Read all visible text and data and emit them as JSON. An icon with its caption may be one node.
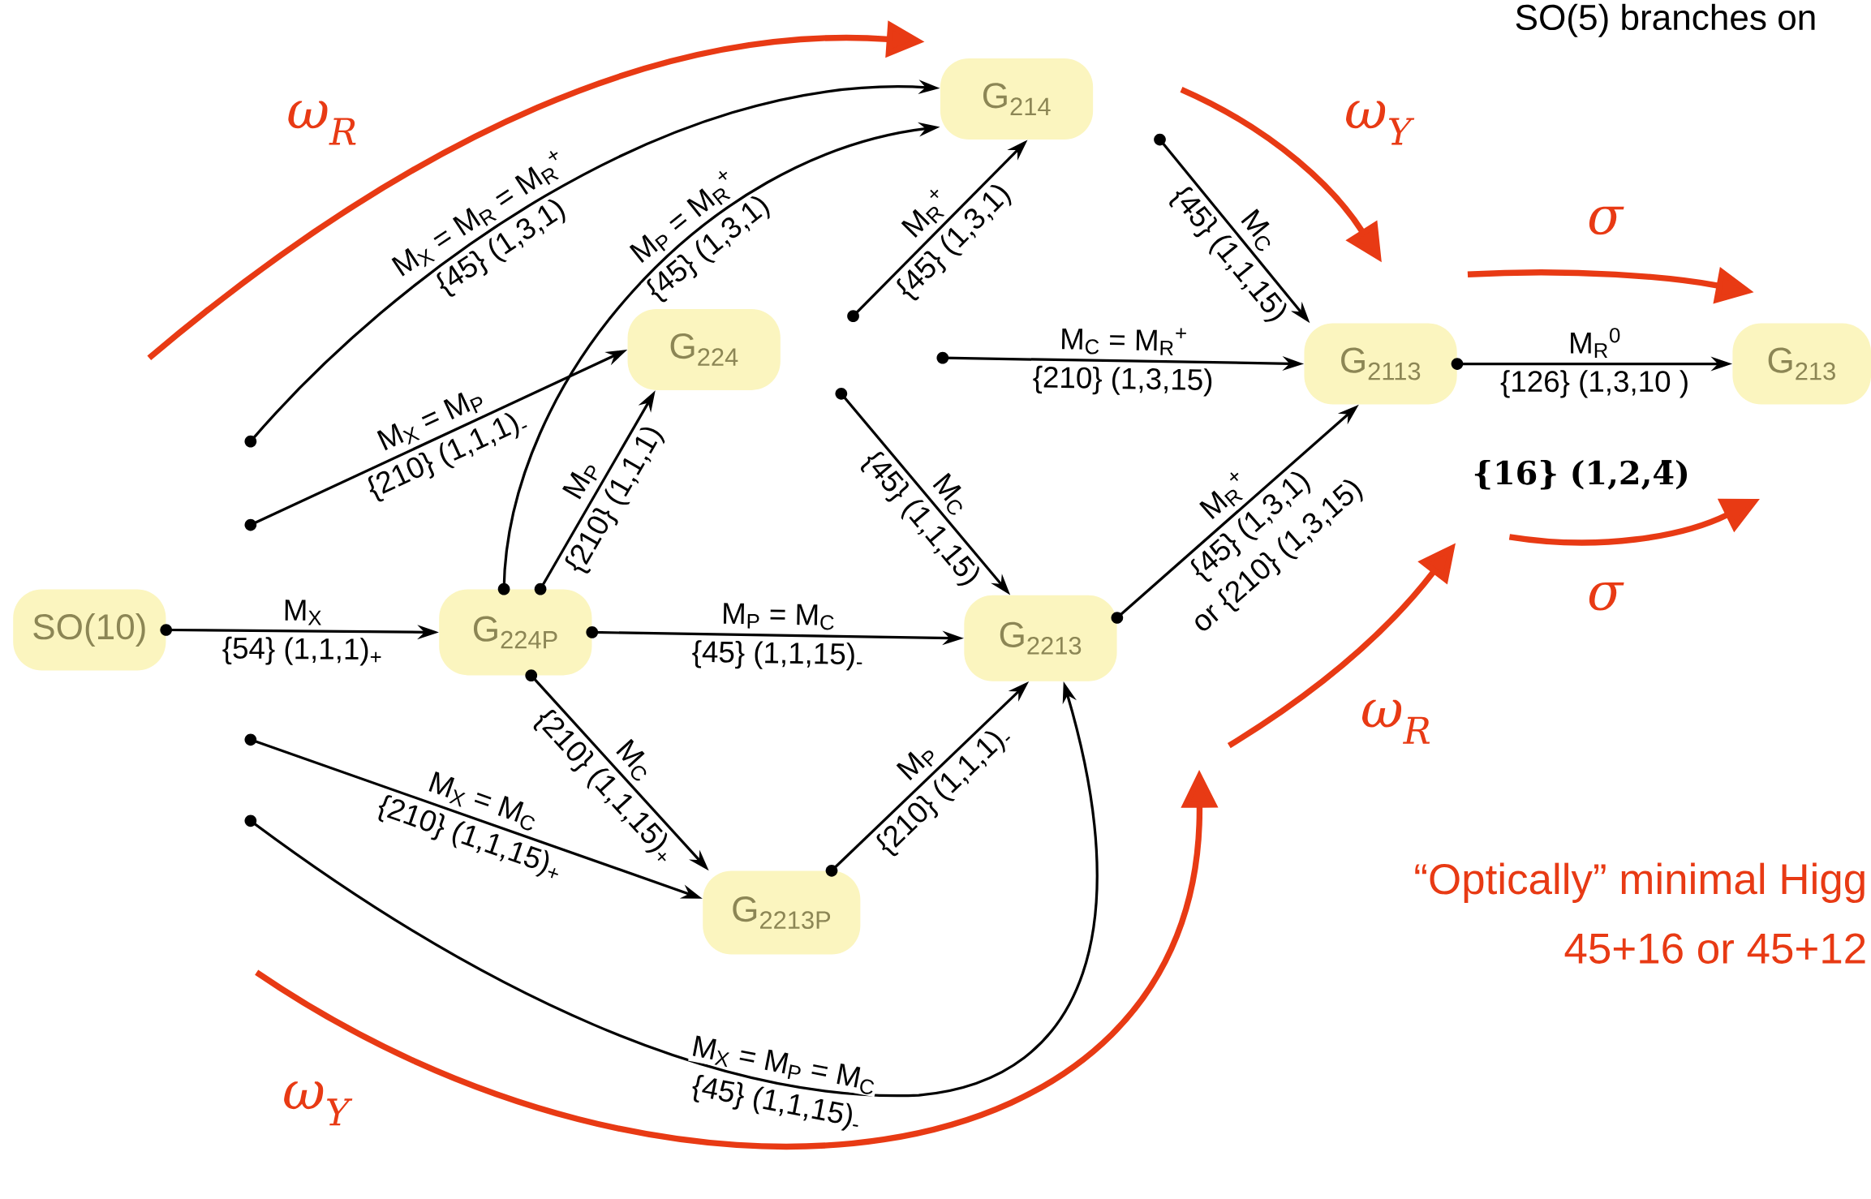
{
  "diagram": {
    "title": "SO(5) branches on",
    "nodes": [
      {
        "text": [
          "SO(10)"
        ]
      },
      {
        "text": [
          "G$_{224P}$"
        ]
      },
      {
        "text": [
          "G$_{224}$"
        ]
      },
      {
        "text": [
          "G$_{214}$"
        ]
      },
      {
        "text": [
          "G$_{2213}$"
        ]
      },
      {
        "text": [
          "G$_{2213P}$"
        ]
      },
      {
        "text": [
          "G$_{2113}$"
        ]
      },
      {
        "text": [
          "G$_{213}$"
        ]
      }
    ],
    "edges": [
      {
        "from": 0,
        "to": 1,
        "arrow": "to",
        "label": "M$_{X}$"
      },
      {
        "from": null,
        "to": 3,
        "arrow": "to",
        "label": "M$_{X}$ = M$_{R}$ = M$_{R}$$^{+}$"
      },
      {
        "from": null,
        "to": 2,
        "arrow": "to",
        "label": "M$_{X}$ = M$_{P}$"
      },
      {
        "from": 1,
        "to": 3,
        "arrow": "to",
        "label": "M$_{P}$ = M$_{R}$$^{+}$"
      },
      {
        "from": 1,
        "to": 2,
        "arrow": "to",
        "label": "M$_{P}$"
      },
      {
        "from": 1,
        "to": 4,
        "arrow": "to",
        "label": "M$_{P}$ = M$_{C}$"
      },
      {
        "from": 1,
        "to": 5,
        "arrow": "to",
        "label": "M$_{C}$"
      },
      {
        "from": null,
        "to": 5,
        "arrow": "to",
        "label": "M$_{X}$ = M$_{C}$"
      },
      {
        "from": null,
        "to": 4,
        "arrow": "to",
        "label": "M$_{X}$ = M$_{P}$ = M$_{C}$"
      },
      {
        "from": null,
        "to": 3,
        "arrow": "to",
        "label": "M$_{R}$$^{+}$"
      },
      {
        "from": null,
        "to": 6,
        "arrow": "to",
        "label": "M$_{C}$ = M$_{R}$$^{+}$"
      },
      {
        "from": null,
        "to": 4,
        "arrow": "to",
        "label": "M$_{C}$"
      },
      {
        "from": null,
        "to": 6,
        "arrow": "to",
        "label": "M$_{C}$"
      },
      {
        "from": 5,
        "to": 4,
        "arrow": "to",
        "label": "M$_{P}$"
      },
      {
        "from": 4,
        "to": 6,
        "arrow": "to",
        "label": "M$_{R}$$^{+}$"
      },
      {
        "from": 6,
        "to": 7,
        "arrow": "to",
        "label": "M$_{R}$$^{0}$"
      }
    ],
    "labels": [
      "{54} (1,1,1)$_{+}$",
      "{45} (1,3,1)",
      "{210} (1,1,1)$_{-}$",
      "{45} (1,3,1)",
      "{210} (1,1,1)",
      "{45} (1,1,15)$_{-}$",
      "{210} (1,1,15)$_{+}$",
      "{210} (1,1,15)$_{+}$",
      "{45} (1,1,15)$_{-}$",
      "{45} (1,3,1)",
      "{210} (1,3,15)",
      "{45} (1,1,15)",
      "{45} (1,1,15)",
      "{210} (1,1,1)$_{-}$",
      "{45} (1,3,1)",
      "or {210} (1,3,15)",
      "{126} (1,3,10 )",
      "{16} (1,2,4̄)",
      "ω$_{R}$",
      "ω$_{Y}$",
      "σ",
      "σ",
      "ω$_{R}$",
      "ω$_{Y}$",
      "“Optically” minimal Higg",
      "45+16 or 45+12"
    ]
  }
}
